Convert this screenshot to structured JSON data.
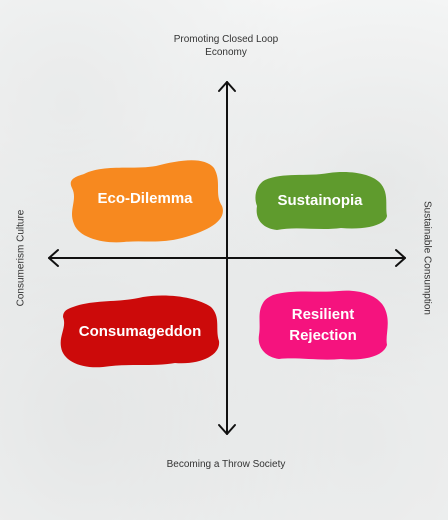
{
  "axes": {
    "top": "Promoting Closed Loop Economy",
    "bottom": "Becoming a Throw Society",
    "left": "Consumerism Culture",
    "right": "Sustainable Consumption"
  },
  "quadrants": {
    "top_left": {
      "label": "Eco-Dilemma",
      "color": "#f7891f"
    },
    "top_right": {
      "label": "Sustainopia",
      "color": "#5f9b2d"
    },
    "bottom_left": {
      "label": "Consumageddon",
      "color": "#cc0a0a"
    },
    "bottom_right": {
      "label": "Resilient Rejection",
      "color": "#f5137e"
    }
  }
}
